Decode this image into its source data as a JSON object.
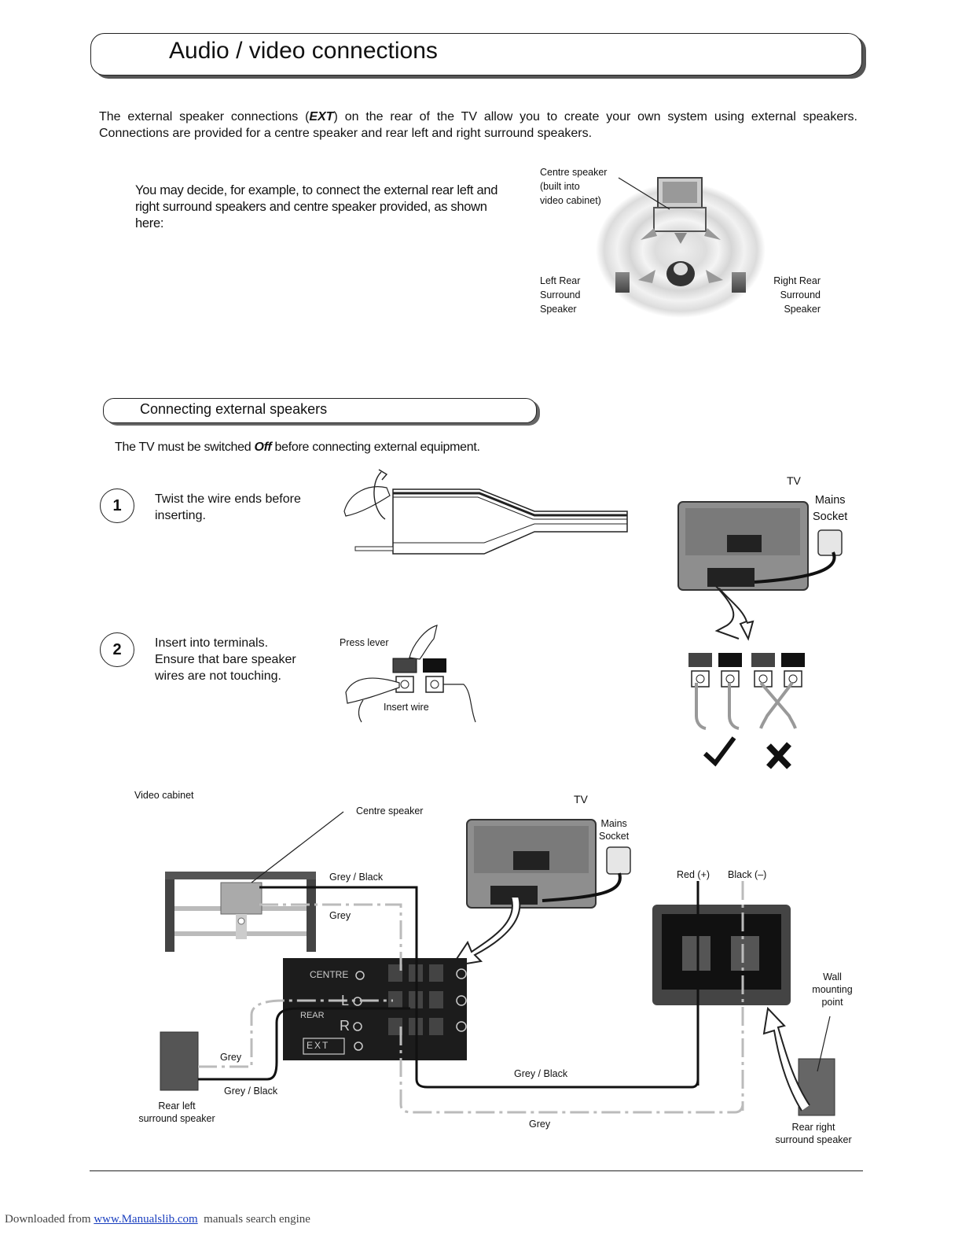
{
  "header": {
    "title": "Audio / video connections"
  },
  "intro": {
    "before_ext": "The external speaker connections (",
    "ext": "EXT",
    "after_ext": ") on the rear of the TV allow you to create your own system using external speakers. Connections are provided for a centre speaker and rear left and right surround speakers."
  },
  "note": "You may decide, for example, to connect the external rear left and right surround speakers and centre speaker provided, as shown here:",
  "surround_diagram": {
    "centre_label_1": "Centre speaker",
    "centre_label_2": "(built into",
    "centre_label_3": "video cabinet)",
    "left_label_1": "Left Rear",
    "left_label_2": "Surround",
    "left_label_3": "Speaker",
    "right_label_1": "Right Rear",
    "right_label_2": "Surround",
    "right_label_3": "Speaker"
  },
  "section": {
    "title": "Connecting external speakers"
  },
  "warning": {
    "before": "The TV must be switched ",
    "emph": "Off",
    "after": " before connecting external equipment."
  },
  "steps": [
    {
      "number": "1",
      "line1": "Twist the wire ends before",
      "line2": "inserting."
    },
    {
      "number": "2",
      "line1": "Insert into terminals.",
      "line2": "Ensure that bare speaker",
      "line3": "wires are not touching."
    }
  ],
  "step_diagram": {
    "press_lever": "Press lever",
    "insert_wire": "Insert wire",
    "tv": "TV",
    "mains_1": "Mains",
    "mains_2": "Socket"
  },
  "wiring_diagram": {
    "video_cabinet": "Video cabinet",
    "centre_speaker": "Centre speaker",
    "tv": "TV",
    "mains_1": "Mains",
    "mains_2": "Socket",
    "grey_black_top": "Grey / Black",
    "grey_top": "Grey",
    "red_plus": "Red (+)",
    "black_minus": "Black (–)",
    "wall_1": "Wall",
    "wall_2": "mounting",
    "wall_3": "point",
    "panel_centre": "CENTRE",
    "panel_rear": "REAR",
    "panel_l": "L",
    "panel_r": "R",
    "panel_ext": "EXT",
    "grey_left": "Grey",
    "grey_black_left": "Grey / Black",
    "rear_left_1": "Rear left",
    "rear_left_2": "surround speaker",
    "grey_black_bottom": "Grey / Black",
    "grey_bottom": "Grey",
    "rear_right_1": "Rear right",
    "rear_right_2": "surround speaker"
  },
  "footer": {
    "prefix": "Downloaded from ",
    "link": "www.Manualslib.com",
    "suffix": "  manuals search engine"
  }
}
